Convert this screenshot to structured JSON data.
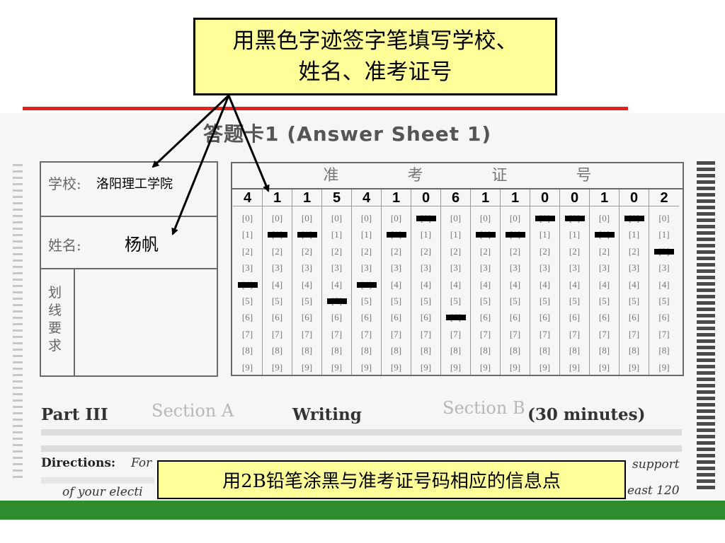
{
  "top_callout": {
    "line1": "用黑色字迹签字笔填写学校、",
    "line2": "姓名、准考证号"
  },
  "sheet": {
    "title": "答题卡1 (Answer Sheet 1)",
    "school_label": "学校:",
    "school_value": "洛阳理工学院",
    "name_label": "姓名:",
    "name_value": "杨帆",
    "rules_label": "划线要求",
    "ticket_header": [
      "准",
      "考",
      "证",
      "号"
    ],
    "ticket_number": [
      "4",
      "1",
      "1",
      "5",
      "4",
      "1",
      "0",
      "6",
      "1",
      "1",
      "0",
      "0",
      "1",
      "0",
      "2"
    ],
    "options": [
      "[0]",
      "[1]",
      "[2]",
      "[3]",
      "[4]",
      "[5]",
      "[6]",
      "[7]",
      "[8]",
      "[9]"
    ]
  },
  "lower": {
    "part": "Part III",
    "section_a": "Section A",
    "writing": "Writing",
    "section_b": "Section B",
    "minutes": "(30 minutes)",
    "directions_label": "Directions:",
    "directions_start": "For",
    "line1_end": "support",
    "line2_start": "of your electi",
    "line2_end": "east 120"
  },
  "bottom_callout": {
    "text": "用2B铅笔涂黑与准考证号码相应的信息点"
  },
  "colors": {
    "callout_fill": "#ffff99",
    "red_rule": "#e8201c",
    "green_bar": "#2e8b2e"
  }
}
